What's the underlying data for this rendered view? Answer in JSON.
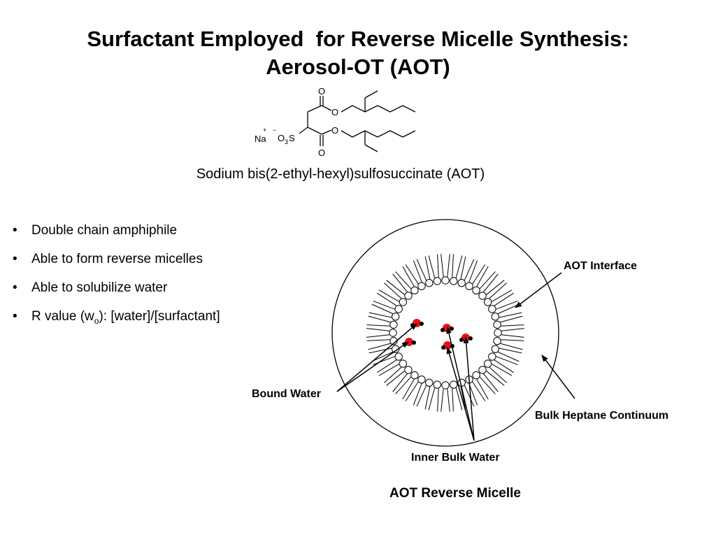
{
  "slide": {
    "title_line1": "Surfactant Employed  for Reverse Micelle Synthesis:",
    "title_line2": "Aerosol-OT (AOT)"
  },
  "molecule": {
    "atoms": {
      "o_top": "O",
      "o_ester_top": "O",
      "o_ester_bottom": "O",
      "o_bottom": "O",
      "na": "Na",
      "plus": "+",
      "minus": "−",
      "o3": "O",
      "three": "3",
      "s": "S"
    },
    "caption": "Sodium bis(2-ethyl-hexyl)sulfosuccinate (AOT)"
  },
  "bullets": [
    {
      "text": "Double chain amphiphile"
    },
    {
      "text": "Able to form reverse micelles"
    },
    {
      "text": "Able to solubilize water"
    },
    {
      "prefix": "R value (w",
      "sub": "o",
      "suffix": "): [water]/[surfactant]"
    }
  ],
  "bullet_symbol": "•",
  "diagram": {
    "labels": {
      "aot_interface": "AOT Interface",
      "bound_water": "Bound Water",
      "bulk_heptane": "Bulk Heptane Continuum",
      "inner_bulk_water": "Inner Bulk Water"
    },
    "caption": "AOT Reverse Micelle",
    "colors": {
      "water_oxygen": "#e8101a",
      "water_hydrogen": "#000000",
      "line": "#000000"
    }
  }
}
